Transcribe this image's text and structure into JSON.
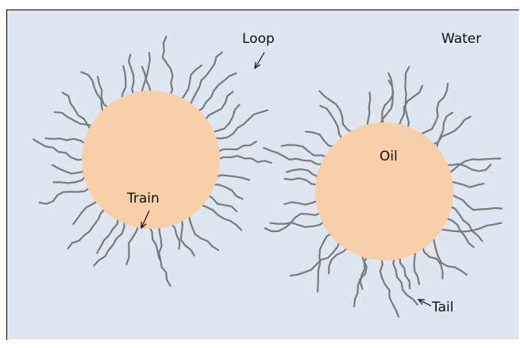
{
  "labels": {
    "loop": "Loop",
    "water": "Water",
    "oil": "Oil",
    "train": "Train",
    "tail": "Tail"
  },
  "colors": {
    "water": "#dde6f1",
    "droplet": "#f9cfa9",
    "chain": "#7a7a7a",
    "frame": "#000000",
    "text": "#111111"
  }
}
